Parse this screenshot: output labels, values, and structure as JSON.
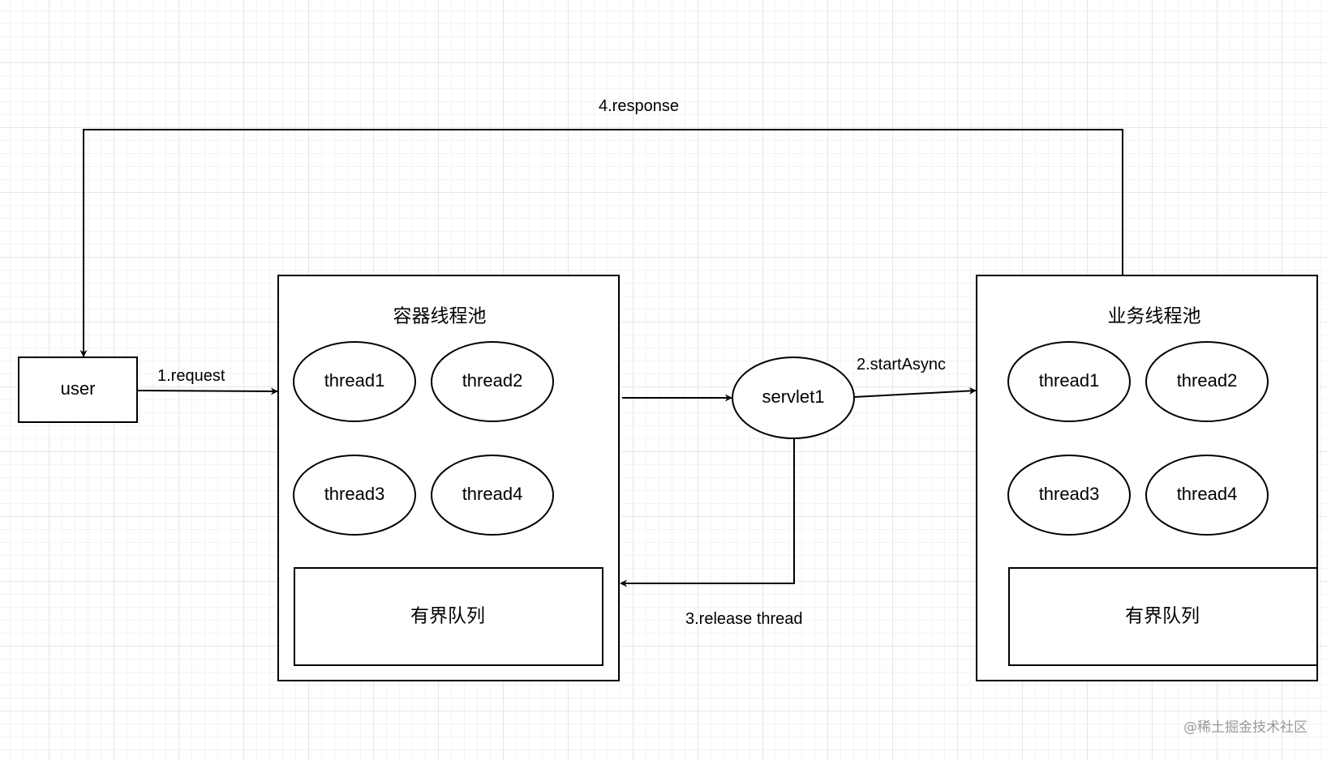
{
  "nodes": {
    "user": "user",
    "container_pool": {
      "title": "容器线程池",
      "threads": [
        "thread1",
        "thread2",
        "thread3",
        "thread4"
      ],
      "queue": "有界队列"
    },
    "servlet": "servlet1",
    "business_pool": {
      "title": "业务线程池",
      "threads": [
        "thread1",
        "thread2",
        "thread3",
        "thread4"
      ],
      "queue": "有界队列"
    }
  },
  "edges": {
    "request": "1.request",
    "start_async": "2.startAsync",
    "release_thread": "3.release thread",
    "response": "4.response"
  },
  "watermark": "@稀土掘金技术社区",
  "colors": {
    "stroke": "#000000",
    "fill": "#ffffff",
    "grid_major": "#e6e6e6",
    "grid_minor": "#f3f3f3",
    "watermark": "#9a9a9a"
  }
}
